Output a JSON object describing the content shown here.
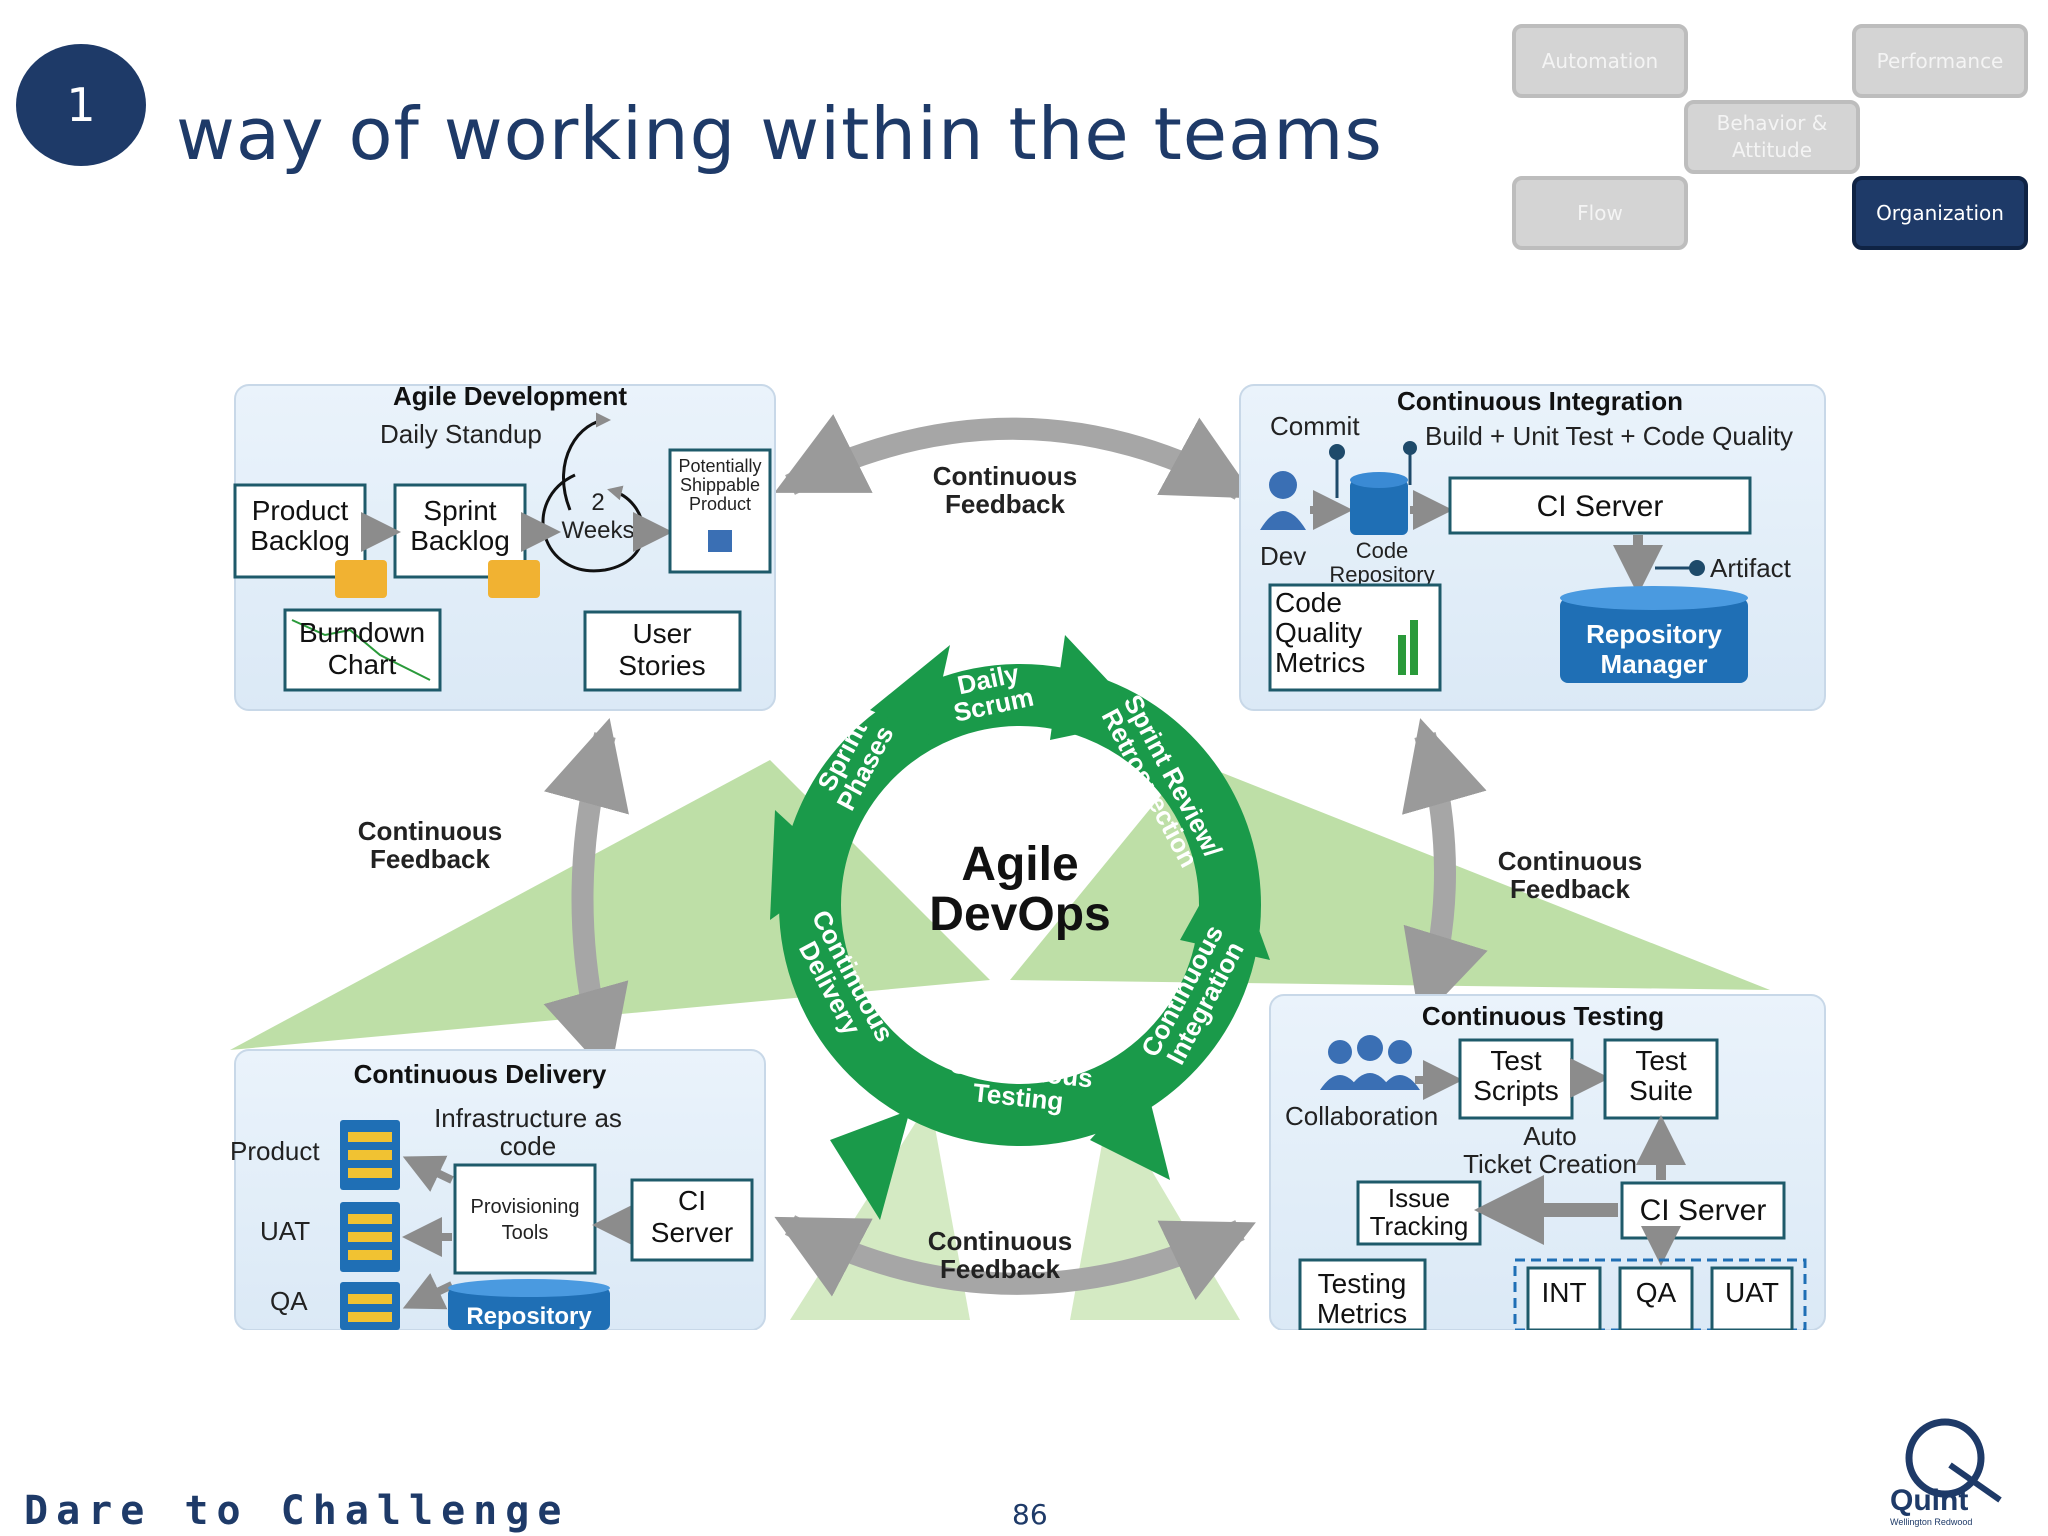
{
  "slide": {
    "number": "1",
    "title": "way of working within the teams",
    "footer_tagline": "Dare to Challenge",
    "page_number": "86",
    "colors": {
      "navy": "#1e3a68",
      "green": "#1a9a4a",
      "blue": "#1f6fb5",
      "grey": "#a0a0a0"
    }
  },
  "nav": {
    "automation": "Automation",
    "performance": "Performance",
    "behavior": "Behavior & Attitude",
    "flow": "Flow",
    "organization": "Organization",
    "active": "Organization"
  },
  "logo": {
    "name": "Quint",
    "subtitle": "Wellington Redwood"
  },
  "diagram": {
    "center_line1": "Agile",
    "center_line2": "DevOps",
    "cycle": {
      "daily_scrum": [
        "Daily",
        "Scrum"
      ],
      "sprint_review": [
        "Sprint Review/",
        "Retrospection"
      ],
      "continuous_integration": [
        "Continuous",
        "Integration"
      ],
      "continuous_testing": [
        "Continuous",
        "Testing"
      ],
      "continuous_delivery": [
        "Continuous",
        "Delivery"
      ],
      "sprint_phases": [
        "Sprint",
        "Phases"
      ]
    },
    "feedback": [
      "Continuous",
      "Feedback"
    ],
    "agile": {
      "title": "Agile Development",
      "daily_standup": "Daily Standup",
      "product_backlog": [
        "Product",
        "Backlog"
      ],
      "sprint_backlog": [
        "Sprint",
        "Backlog"
      ],
      "two_weeks": [
        "2",
        "Weeks"
      ],
      "shippable": [
        "Potentially",
        "Shippable",
        "Product"
      ],
      "burndown": [
        "Burndown",
        "Chart"
      ],
      "user_stories": [
        "User",
        "Stories"
      ]
    },
    "ci": {
      "title": "Continuous Integration",
      "commit": "Commit",
      "build": "Build + Unit Test + Code Quality",
      "ci_server": "CI Server",
      "dev": "Dev",
      "code_repo": [
        "Code",
        "Repository"
      ],
      "artifact": "Artifact",
      "code_quality": [
        "Code",
        "Quality",
        "Metrics"
      ],
      "repo_manager": [
        "Repository",
        "Manager"
      ]
    },
    "testing": {
      "title": "Continuous Testing",
      "test_scripts": [
        "Test",
        "Scripts"
      ],
      "test_suite": [
        "Test",
        "Suite"
      ],
      "collaboration": "Collaboration",
      "auto_ticket": [
        "Auto",
        "Ticket Creation"
      ],
      "issue_tracking": [
        "Issue",
        "Tracking"
      ],
      "ci_server": "CI Server",
      "testing_metrics": [
        "Testing",
        "Metrics"
      ],
      "int": "INT",
      "qa": "QA",
      "uat": "UAT"
    },
    "delivery": {
      "title": "Continuous Delivery",
      "infra": [
        "Infrastructure as",
        "code"
      ],
      "product": "Product",
      "uat": "UAT",
      "qa": "QA",
      "provisioning": [
        "Provisioning",
        "Tools"
      ],
      "ci_server": [
        "CI",
        "Server"
      ],
      "repository": "Repository"
    }
  }
}
